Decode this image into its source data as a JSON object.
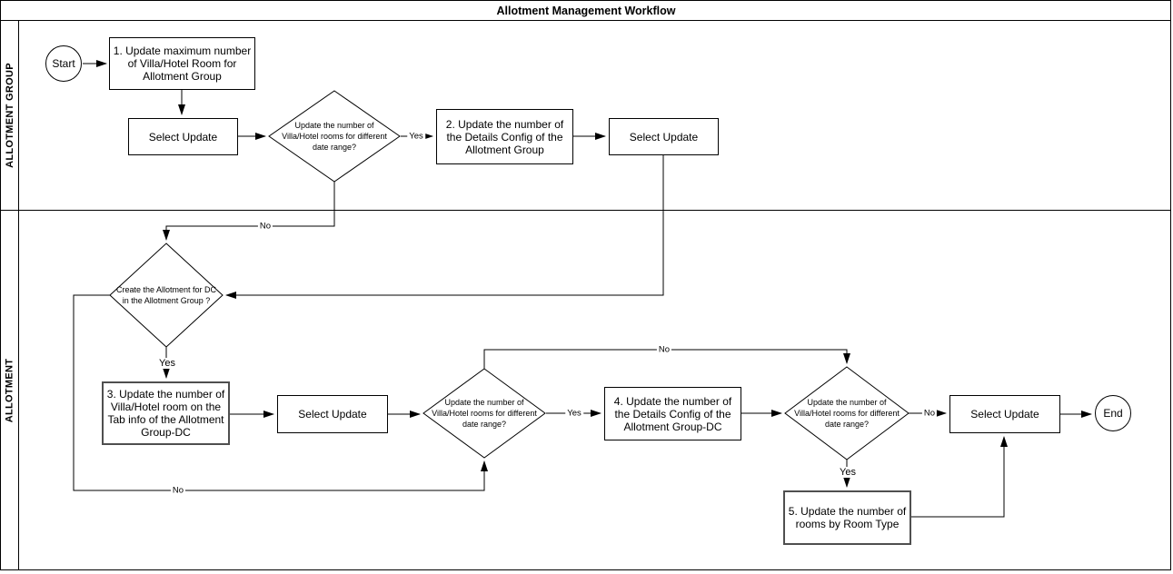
{
  "title": "Allotment Management Workflow",
  "lanes": {
    "group": {
      "label": "ALLOTMENT GROUP"
    },
    "allotment": {
      "label": "ALLOTMENT"
    }
  },
  "nodes": {
    "start": "Start",
    "end": "End",
    "step1": "1. Update maximum number\nof Villa/Hotel Room for\nAllotment Group",
    "step2": "2. Update the number of\nthe Details Config of the\nAllotment Group",
    "step3": "3. Update the number of\nVilla/Hotel room on the\nTab info of the Allotment\nGroup-DC",
    "step4": "4. Update the number of\nthe Details Config of the\nAllotment Group-DC",
    "step5": "5. Update the number of\nrooms by Room Type",
    "select_update": "Select Update",
    "decision_date_range": "Update the number of\nVilla/Hotel rooms for different\ndate range?",
    "decision_create_dc": "Create the Allotment for DC\nin the Allotment Group ?"
  },
  "edge_labels": {
    "d1_yes": "Yes",
    "d1_no": "No",
    "create_yes": "Yes",
    "create_no": "No",
    "d2_yes": "Yes",
    "d2_no": "No",
    "d3_yes": "Yes",
    "d3_no": "No"
  },
  "colors": {
    "stroke": "#000000",
    "canvas": "#ffffff",
    "shadow_border": "#4f4f4f"
  }
}
